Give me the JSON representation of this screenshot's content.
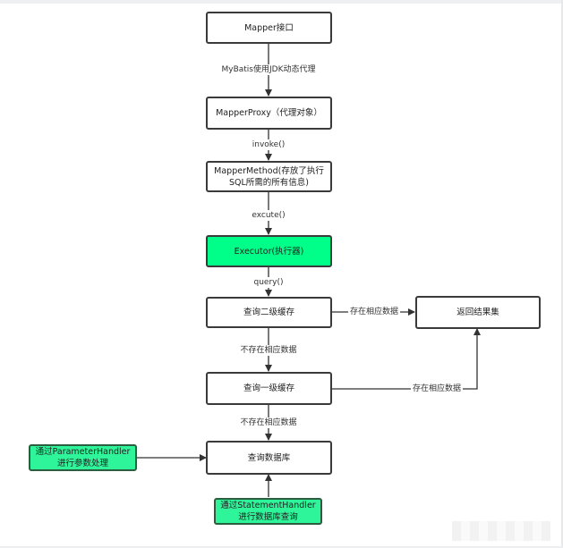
{
  "nodes": {
    "mapper_interface": "Mapper接口",
    "mapper_proxy": "MapperProxy（代理对象）",
    "mapper_method": "MapperMethod(存放了执行\nSQL所需的所有信息)",
    "executor": "Executor(执行器)",
    "query_l2_cache": "查询二级缓存",
    "return_result": "返回结果集",
    "query_l1_cache": "查询一级缓存",
    "query_db": "查询数据库",
    "parameter_handler": "通过ParameterHandler\n进行参数处理",
    "statement_handler": "通过StatementHandler\n进行数据库查询"
  },
  "edges": {
    "jdk_proxy": "MyBatis使用JDK动态代理",
    "invoke": "invoke()",
    "excute": "excute()",
    "query": "query()",
    "l2_hit": "存在相应数据",
    "l2_miss": "不存在相应数据",
    "l1_hit": "存在相应数据",
    "l1_miss": "不存在相应数据"
  },
  "colors": {
    "executor_fill": "#00ff88",
    "handler_fill": "#2ef59a",
    "line": "#333333"
  }
}
